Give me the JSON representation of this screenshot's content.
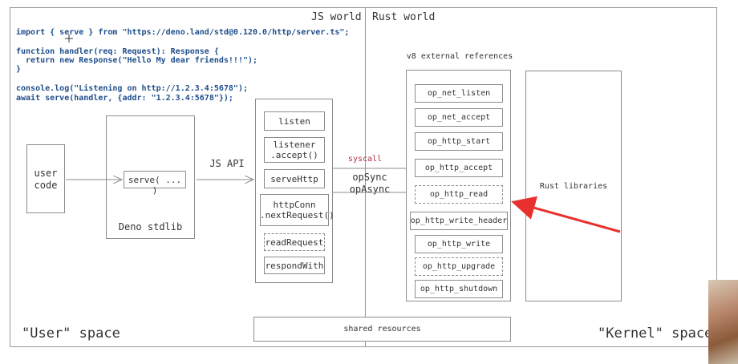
{
  "worlds": {
    "js": "JS world",
    "rust": "Rust world"
  },
  "code_lines": [
    "import { serve } from \"https://deno.land/std@0.120.0/http/server.ts\";",
    "",
    "function handler(req: Request): Response {",
    "  return new Response(\"Hello My dear friends!!!\");",
    "}",
    "",
    "console.log(\"Listening on http://1.2.3.4:5678\");",
    "await serve(handler, {addr: \"1.2.3.4:5678\"});"
  ],
  "user_code": "user\ncode",
  "deno_stdlib": {
    "label": "Deno stdlib",
    "serve": "serve( ... )"
  },
  "js_api_label": "JS API",
  "js_api_items": [
    "listen",
    "listener\n.accept()",
    "serveHttp",
    "httpConn\n.nextRequest()",
    "readRequest",
    "respondWith"
  ],
  "syscall_label": "syscall",
  "op_label": "opSync\nopAsync",
  "v8_title": "v8 external references",
  "ops": [
    "op_net_listen",
    "op_net_accept",
    "op_http_start",
    "op_http_accept",
    "op_http_read",
    "op_http_write_header",
    "op_http_write",
    "op_http_upgrade",
    "op_http_shutdown"
  ],
  "rust_libraries": "Rust libraries",
  "shared_resources": "shared resources",
  "user_space": "\"User\" space",
  "kernel_space": "\"Kernel\" space",
  "colors": {
    "arrow_red": "#e8312f",
    "syscall": "#b0304a",
    "code": "#1f4e8c"
  }
}
